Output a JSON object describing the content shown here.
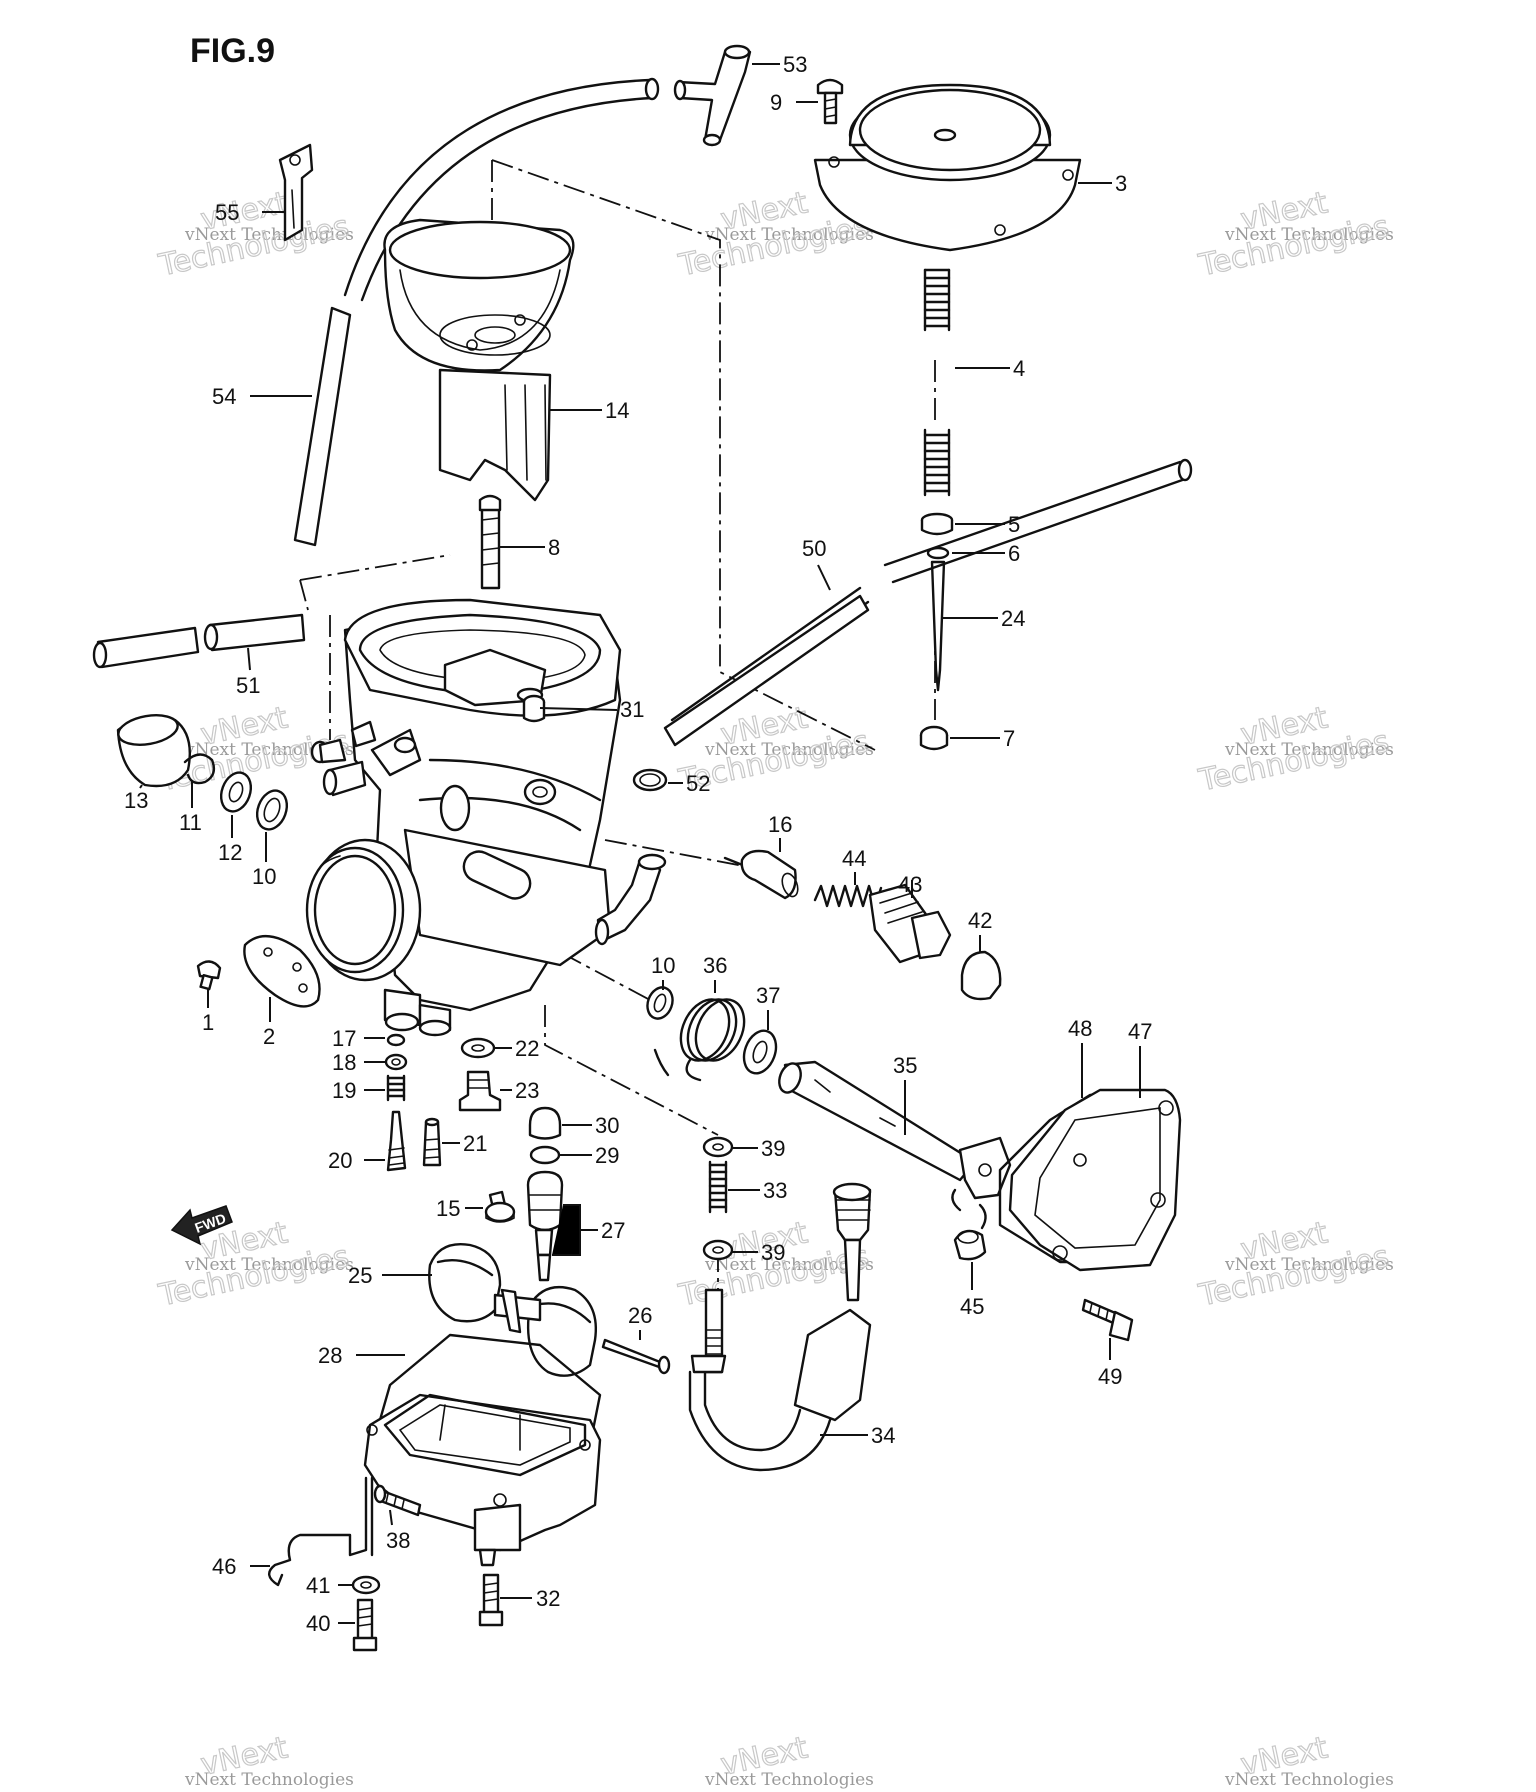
{
  "figure_title": "FIG.9",
  "fwd_label": "FWD",
  "watermark": {
    "line1": "vNext Technologies",
    "line2": "vNext",
    "line3": "Technologies"
  },
  "callouts": [
    "53",
    "9",
    "3",
    "55",
    "54",
    "14",
    "4",
    "8",
    "5",
    "6",
    "50",
    "24",
    "51",
    "31",
    "7",
    "13",
    "11",
    "12",
    "10",
    "52",
    "16",
    "44",
    "43",
    "42",
    "1",
    "2",
    "17",
    "18",
    "19",
    "20",
    "21",
    "22",
    "23",
    "30",
    "29",
    "15",
    "27",
    "10",
    "36",
    "37",
    "35",
    "48",
    "47",
    "39",
    "33",
    "39",
    "45",
    "49",
    "25",
    "28",
    "26",
    "34",
    "38",
    "46",
    "41",
    "40",
    "32"
  ]
}
